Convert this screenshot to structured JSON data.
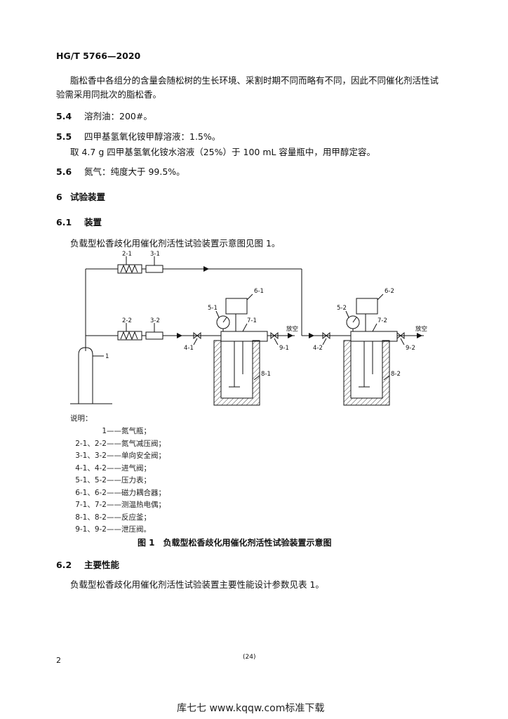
{
  "header": {
    "doc_code": "HG/T 5766—2020"
  },
  "intro": {
    "line1": "脂松香中各组分的含量会随松树的生长环境、采割时期不同而略有不同，因此不同催化剂活性试",
    "line2": "验需采用同批次的脂松香。"
  },
  "items": [
    {
      "num": "5.4",
      "text": "溶剂油：200#。"
    },
    {
      "num": "5.5",
      "text": "四甲基氢氧化铵甲醇溶液：1.5%。",
      "sub": "取 4.7 g 四甲基氢氧化铵水溶液（25%）于 100 mL 容量瓶中，用甲醇定容。"
    },
    {
      "num": "5.6",
      "text": "氮气：纯度大于 99.5%。"
    }
  ],
  "section6": {
    "num": "6",
    "title": "试验装置"
  },
  "section61": {
    "num": "6.1",
    "title": "装置",
    "body": "负载型松香歧化用催化剂活性试验装置示意图见图 1。"
  },
  "diagram_labels": {
    "l1": "1",
    "l21": "2-1",
    "l22": "2-2",
    "l31": "3-1",
    "l32": "3-2",
    "l41": "4-1",
    "l42": "4-2",
    "l51": "5-1",
    "l52": "5-2",
    "l61": "6-1",
    "l62": "6-2",
    "l71": "7-1",
    "l72": "7-2",
    "l81": "8-1",
    "l82": "8-2",
    "l91": "9-1",
    "l92": "9-2",
    "vent": "放空"
  },
  "legend": {
    "title": "说明：",
    "entries": [
      {
        "key": "1",
        "value": "氮气瓶；"
      },
      {
        "key": "2-1、2-2",
        "value": "氮气减压阀；"
      },
      {
        "key": "3-1、3-2",
        "value": "单向安全阀；"
      },
      {
        "key": "4-1、4-2",
        "value": "进气阀；"
      },
      {
        "key": "5-1、5-2",
        "value": "压力表；"
      },
      {
        "key": "6-1、6-2",
        "value": "磁力耦合器；"
      },
      {
        "key": "7-1、7-2",
        "value": "测温热电偶；"
      },
      {
        "key": "8-1、8-2",
        "value": "反应釜；"
      },
      {
        "key": "9-1、9-2",
        "value": "泄压阀。"
      }
    ]
  },
  "figure_caption": "图 1　负载型松香歧化用催化剂活性试验装置示意图",
  "section62": {
    "num": "6.2",
    "title": "主要性能",
    "body": "负载型松香歧化用催化剂活性试验装置主要性能设计参数见表 1。"
  },
  "footer": {
    "page": "2",
    "seq": "(24)",
    "watermark": "库七七 www.kqqw.com标准下载"
  }
}
